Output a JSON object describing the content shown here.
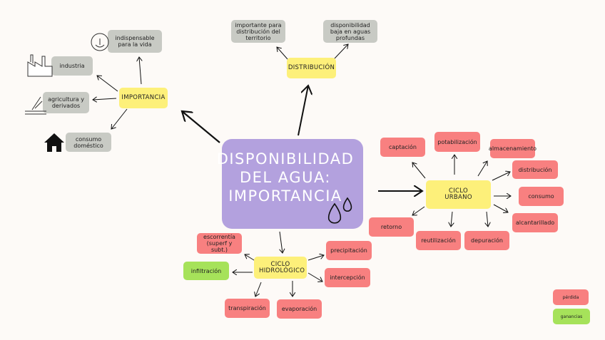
{
  "central": {
    "title": "DISPONIBILIDAD DEL AGUA: IMPORTANCIA",
    "icon": "water-drops-icon"
  },
  "importancia": {
    "label": "IMPORTANCIA",
    "items": [
      {
        "label": "indispensable para la vida",
        "icon": "hands-plant-icon"
      },
      {
        "label": "industria",
        "icon": "factory-icon"
      },
      {
        "label": "agricultura y derivados",
        "icon": "farmer-icon"
      },
      {
        "label": "consumo doméstico",
        "icon": "house-icon"
      }
    ]
  },
  "distribucion": {
    "label": "DISTRIBUCIÓN",
    "items": [
      "importante para distribución del territorio",
      "disponibilidad baja en aguas profundas"
    ]
  },
  "ciclo_urbano": {
    "label": "CICLO URBANO",
    "items": [
      "captación",
      "potabilización",
      "almacenamiento",
      "distribución",
      "consumo",
      "alcantarillado",
      "depuración",
      "reutilización",
      "retorno"
    ]
  },
  "ciclo_hidrologico": {
    "label": "CICLO HIDROLÓGICO",
    "items": [
      "escorrentía (superf y subt.)",
      "infiltración",
      "precipitación",
      "intercepción",
      "transpiración",
      "evaporación"
    ]
  },
  "legend": {
    "perdida": "pérdida",
    "ganancias": "ganancias"
  },
  "colors": {
    "background": "#fdfaf7",
    "central": "#b3a1de",
    "category": "#fdf07a",
    "loss": "#f88080",
    "gain": "#a6e25a",
    "info": "#c8cac4"
  }
}
